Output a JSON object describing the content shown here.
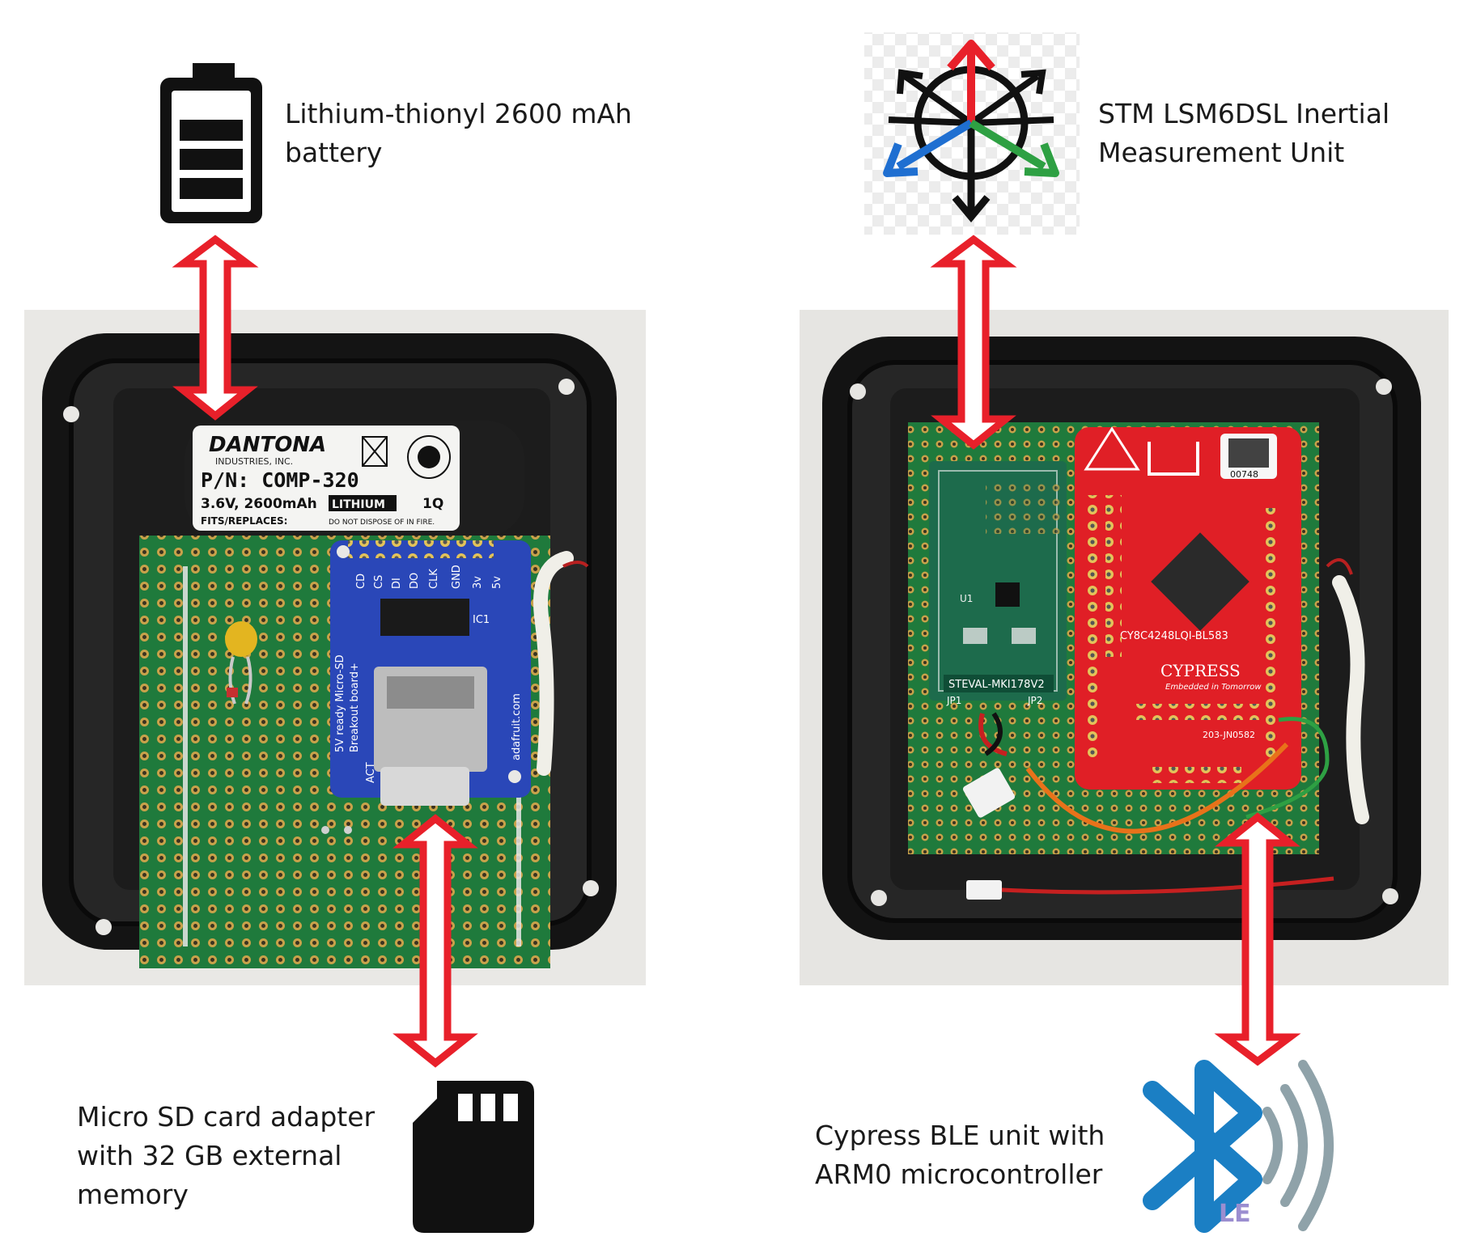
{
  "labels": {
    "battery": {
      "line1": "Lithium-thionyl 2600 mAh",
      "line2": "battery"
    },
    "imu": {
      "line1": "STM LSM6DSL Inertial",
      "line2": "Measurement Unit"
    },
    "sd": {
      "line1": "Micro SD card adapter",
      "line2": "with 32 GB external",
      "line3": "memory"
    },
    "ble": {
      "line1": "Cypress BLE unit with",
      "line2": "ARM0 microcontroller"
    }
  },
  "photo_left": {
    "battery_label": {
      "brand": "DANTONA",
      "brand_sub": "INDUSTRIES, INC.",
      "part": "P/N: COMP-320",
      "spec": "3.6V, 2600mAh",
      "chem": "LITHIUM",
      "code": "1Q",
      "fits": "FITS/REPLACES:",
      "warn": "DO NOT DISPOSE OF IN FIRE."
    },
    "sd_board": {
      "pins": [
        "CD",
        "CS",
        "DI",
        "DO",
        "CLK",
        "GND",
        "3v",
        "5v"
      ],
      "title": "5V ready Micro-SD",
      "subtitle": "Breakout board+",
      "brand": "adafruit.com",
      "chip": "IC1",
      "act": "ACT"
    }
  },
  "photo_right": {
    "imu_board": {
      "name": "STEVAL-MKI178V2",
      "jp1": "JP1",
      "jp2": "JP2",
      "u1": "U1"
    },
    "ble_board": {
      "chip": "CY8C4248LQI-BL583",
      "brand": "CYPRESS",
      "tagline": "Embedded in Tomorrow",
      "serial": "00748",
      "cert": "203-JN0582"
    }
  },
  "icons": {
    "ble_badge": "LE"
  },
  "colors": {
    "arrow": "#e8202a",
    "pcb": "#1f7a3c",
    "sd_board": "#2a47b8",
    "ble_board": "#e01f26",
    "bluetooth": "#1b7fc4",
    "waves": "#8fa2a9"
  }
}
